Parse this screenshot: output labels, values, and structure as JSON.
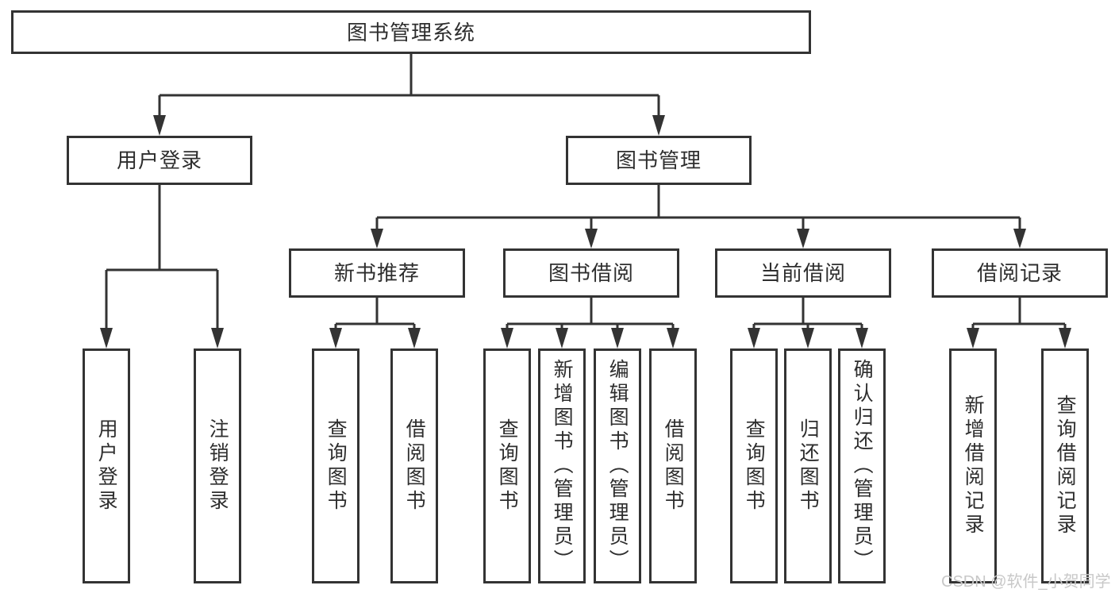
{
  "diagram": {
    "root": {
      "label": "图书管理系统"
    },
    "branches": [
      {
        "label": "用户登录",
        "children": [
          {
            "label": "用户登录"
          },
          {
            "label": "注销登录"
          }
        ]
      },
      {
        "label": "图书管理",
        "children": [
          {
            "label": "新书推荐",
            "children": [
              {
                "label": "查询图书"
              },
              {
                "label": "借阅图书"
              }
            ]
          },
          {
            "label": "图书借阅",
            "children": [
              {
                "label": "查询图书"
              },
              {
                "label": "新增图书（管理员）"
              },
              {
                "label": "编辑图书（管理员）"
              },
              {
                "label": "借阅图书"
              }
            ]
          },
          {
            "label": "当前借阅",
            "children": [
              {
                "label": "查询图书"
              },
              {
                "label": "归还图书"
              },
              {
                "label": "确认归还（管理员）"
              }
            ]
          },
          {
            "label": "借阅记录",
            "children": [
              {
                "label": "新增借阅记录"
              },
              {
                "label": "查询借阅记录"
              }
            ]
          }
        ]
      }
    ]
  },
  "watermark": {
    "text": "CSDN @软件_小贺同学",
    "color": "#c8c8c8"
  },
  "style": {
    "line_color": "#333333",
    "box_border_color": "#333333",
    "box_fill": "#ffffff",
    "text_color": "#2e2e2e",
    "background": "#ffffff"
  }
}
